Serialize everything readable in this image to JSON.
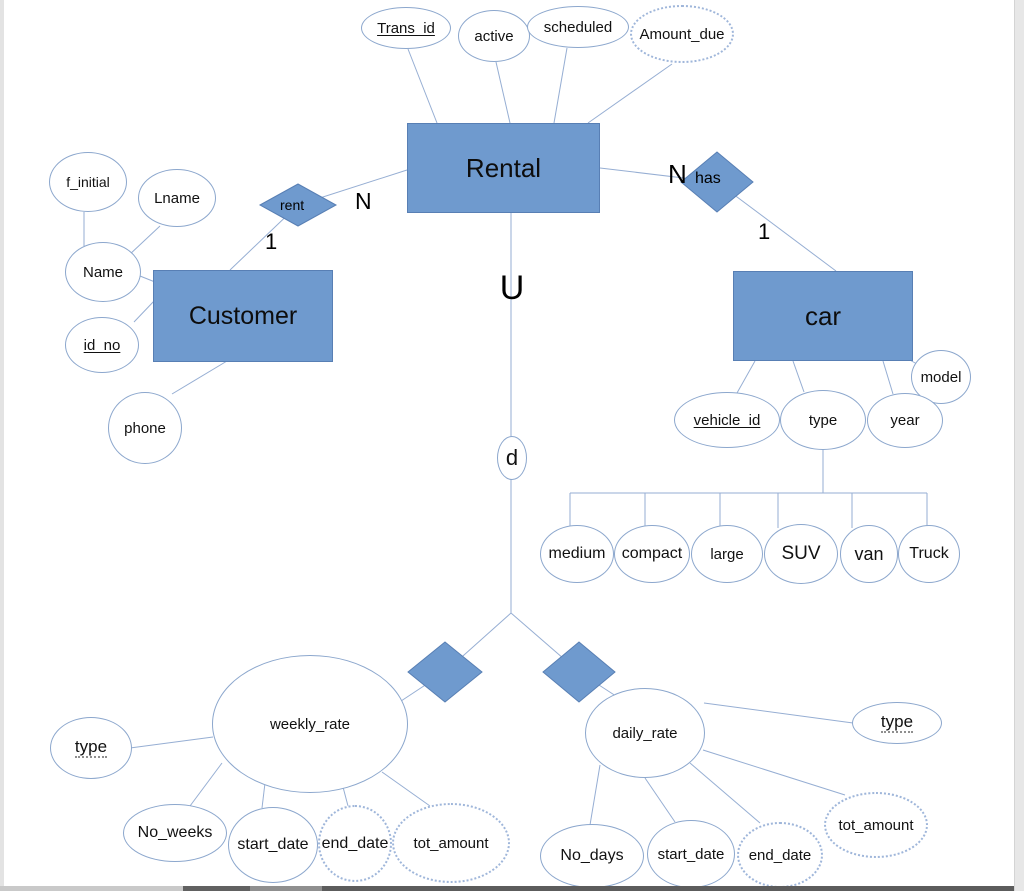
{
  "diagram": {
    "rental": {
      "label": "Rental",
      "attributes": {
        "trans_id": "Trans_id",
        "active": "active",
        "scheduled": "scheduled",
        "amount_due": "Amount_due"
      }
    },
    "customer": {
      "label": "Customer",
      "attributes": {
        "f_initial": "f_initial",
        "lname": "Lname",
        "name": "Name",
        "id_no": "id_no",
        "phone": "phone"
      }
    },
    "car": {
      "label": "car",
      "attributes": {
        "vehicle_id": "vehicle_id",
        "type": "type",
        "year": "year",
        "model": "model"
      },
      "type_values": [
        "medium",
        "compact",
        "large",
        "SUV",
        "van",
        "Truck"
      ]
    },
    "relationships": {
      "rent": {
        "label": "rent",
        "customer_side": "1",
        "rental_side": "N"
      },
      "has": {
        "label": "has",
        "rental_side": "N",
        "car_side": "1"
      }
    },
    "specialization": {
      "union": "U",
      "disjoint": "d"
    },
    "weekly_rate": {
      "label": "weekly_rate",
      "attributes": {
        "type": "type",
        "no_weeks": "No_weeks",
        "start_date": "start_date",
        "end_date": "end_date",
        "tot_amount": "tot_amount"
      }
    },
    "daily_rate": {
      "label": "daily_rate",
      "attributes": {
        "type": "type",
        "no_days": "No_days",
        "start_date": "start_date",
        "end_date": "end_date",
        "tot_amount": "tot_amount"
      }
    },
    "colors": {
      "entity_fill": "#6f9ace",
      "entity_border": "#587fb4",
      "ellipse_stroke": "#8ca7cd",
      "derived_stroke": "#9fb6da",
      "connector": "#96aed3"
    }
  }
}
